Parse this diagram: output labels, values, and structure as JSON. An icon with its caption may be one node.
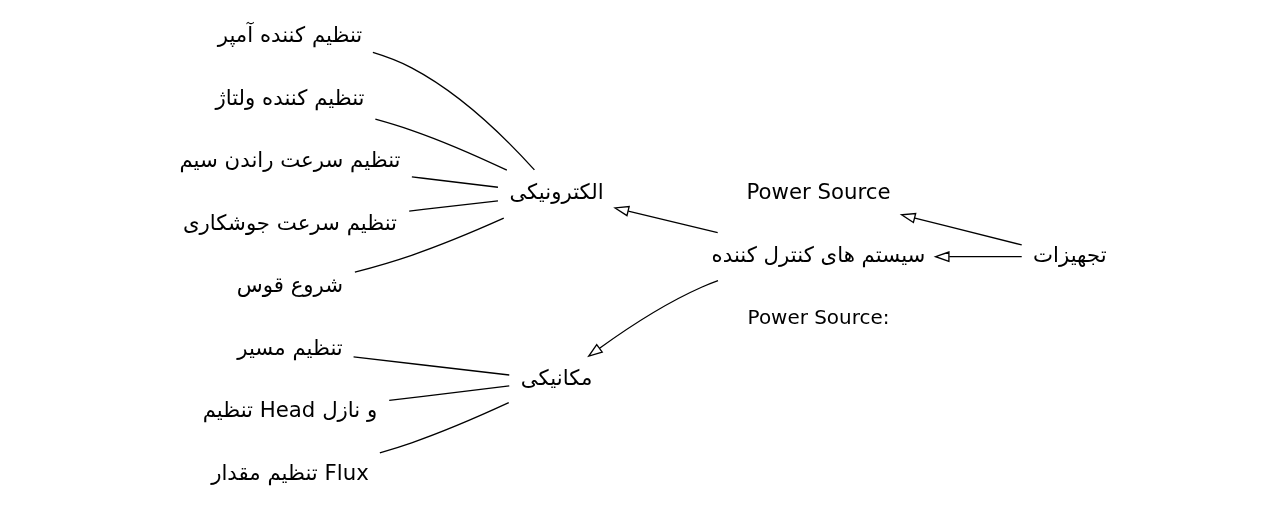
{
  "diagram": {
    "nodes": [
      {
        "text": [
          "تجهیزات"
        ]
      },
      {
        "text": [
          "Power Source"
        ]
      },
      {
        "text": [
          "سیستم های کنترل کننده"
        ]
      },
      {
        "text": [
          "الکترونیکی"
        ]
      },
      {
        "text": [
          "مکانیکی"
        ]
      },
      {
        "text": [
          "تنظیم کننده آمپر"
        ]
      },
      {
        "text": [
          "تنظیم کننده ولتاژ"
        ]
      },
      {
        "text": [
          "تنظیم سرعت راندن سیم"
        ]
      },
      {
        "text": [
          "تنظیم سرعت جوشکاری"
        ]
      },
      {
        "text": [
          "شروع قوس"
        ]
      },
      {
        "text": [
          "تنظیم مسیر"
        ]
      },
      {
        "text": [
          "تنظیم Head و نازل"
        ]
      },
      {
        "text": [
          "تنظیم مقدار Flux"
        ]
      }
    ],
    "edges": [
      {
        "from": 0,
        "to": 1,
        "arrow": "to"
      },
      {
        "from": 0,
        "to": 2,
        "arrow": "to"
      },
      {
        "from": 2,
        "to": 3,
        "arrow": "to"
      },
      {
        "from": 2,
        "to": 4,
        "arrow": "to"
      },
      {
        "from": 3,
        "to": 5,
        "arrow": "none"
      },
      {
        "from": 3,
        "to": 6,
        "arrow": "none"
      },
      {
        "from": 3,
        "to": 7,
        "arrow": "none"
      },
      {
        "from": 3,
        "to": 8,
        "arrow": "none"
      },
      {
        "from": 3,
        "to": 9,
        "arrow": "none"
      },
      {
        "from": 4,
        "to": 10,
        "arrow": "none"
      },
      {
        "from": 4,
        "to": 11,
        "arrow": "none"
      },
      {
        "from": 4,
        "to": 12,
        "arrow": "none"
      }
    ],
    "labels": [
      "Power Source:"
    ]
  }
}
